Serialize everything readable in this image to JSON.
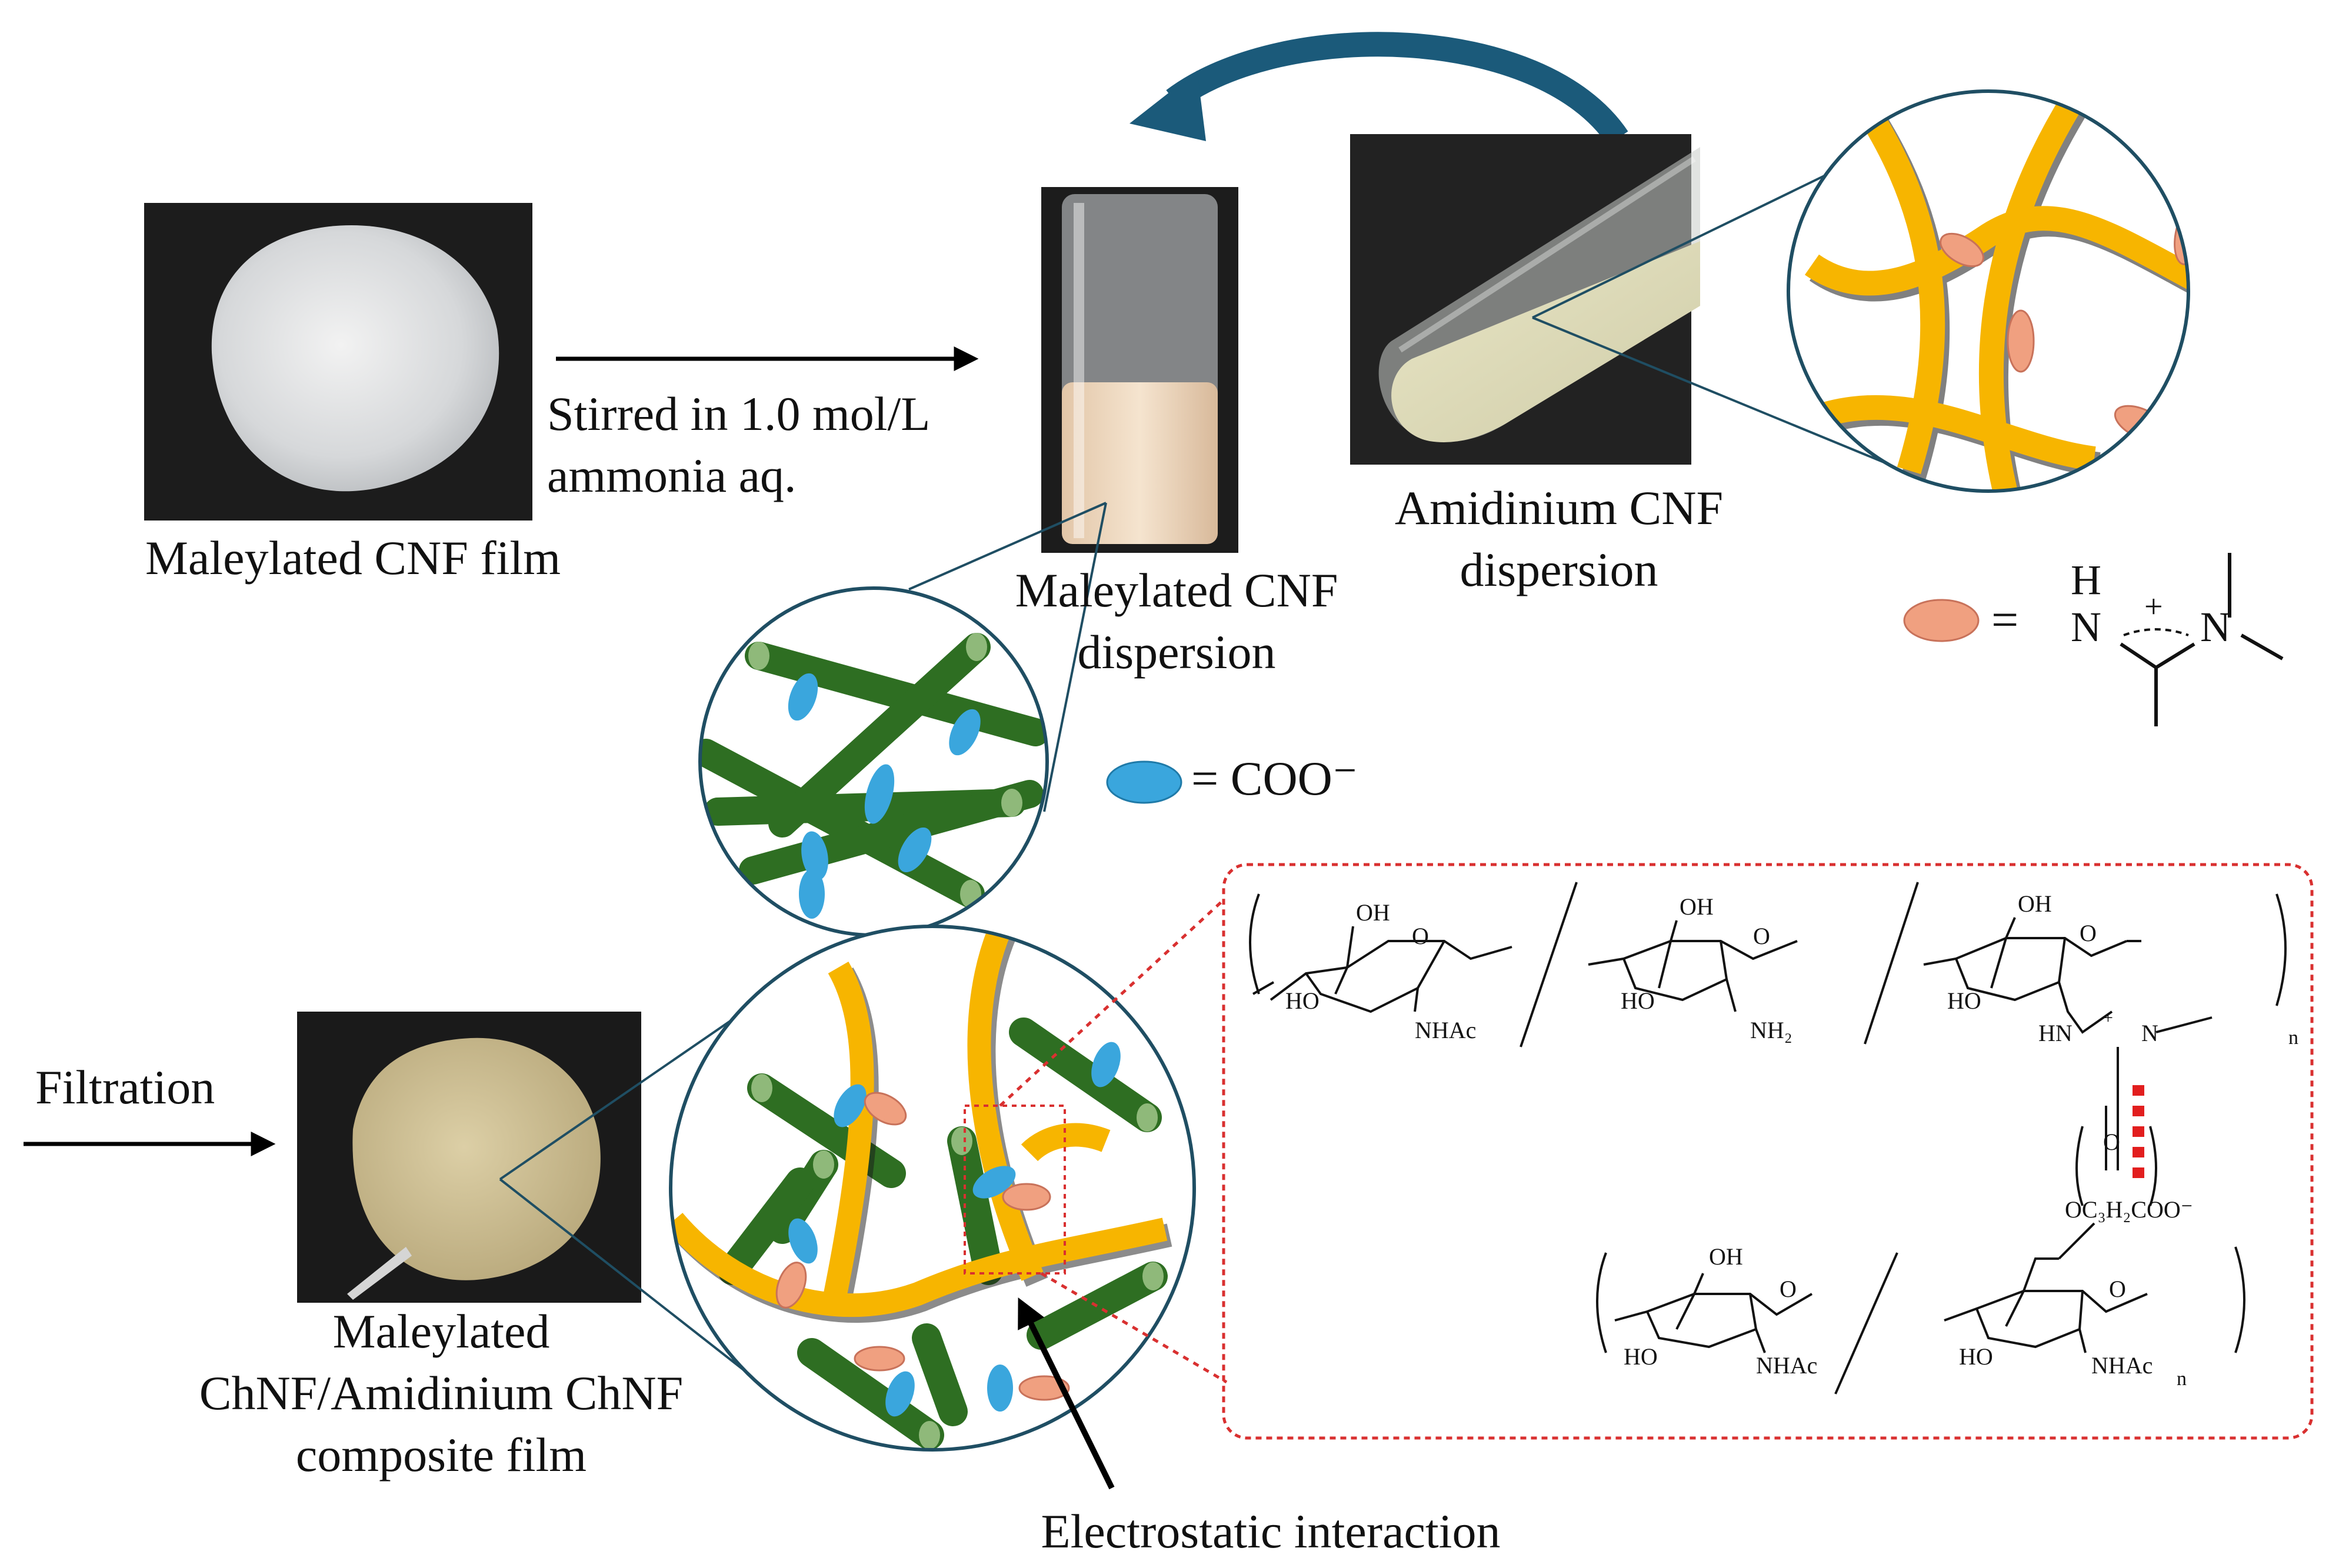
{
  "labels": {
    "film1": "Maleylated CNF film",
    "stir_line1": "Stirred in 1.0 mol/L",
    "stir_line2": "ammonia aq.",
    "maleylated_disp_line1": "Maleylated CNF",
    "maleylated_disp_line2": "dispersion",
    "amidinium_disp_line1": "Amidinium CNF",
    "amidinium_disp_line2": "dispersion",
    "coo_legend": "= COO⁻",
    "amidinium_legend_eq": "=",
    "filtration": "Filtration",
    "composite_line1": "Maleylated",
    "composite_line2": "ChNF/Amidinium ChNF",
    "composite_line3": "composite film",
    "electrostatic": "Electrostatic interaction"
  },
  "chem": {
    "oh": "OH",
    "ho": "HO",
    "o": "O",
    "nhac": "NHAc",
    "nh2": "NH₂",
    "hn": "HN",
    "n": "N",
    "h": "H",
    "plus": "+",
    "n_sub": "n",
    "ester": "OC₃H₂COO⁻",
    "carbonyl_o": "O"
  },
  "colors": {
    "green_fiber": "#2e6e22",
    "green_cap": "#8fb97a",
    "yellow_fiber": "#f7b500",
    "blue_ellipse": "#3aa6dd",
    "orange_ellipse": "#f0a080",
    "circle_stroke": "#1f4e63",
    "dashed_box": "#d93030",
    "curved_arrow": "#1b5a7a",
    "photo_bg": "#1e1e1e"
  },
  "icons": {
    "film_photo": "photo-maleylated-cnf-film",
    "vial_photo": "photo-maleylated-cnf-dispersion",
    "tube_photo": "photo-amidinium-cnf-dispersion",
    "composite_photo": "photo-composite-film"
  }
}
